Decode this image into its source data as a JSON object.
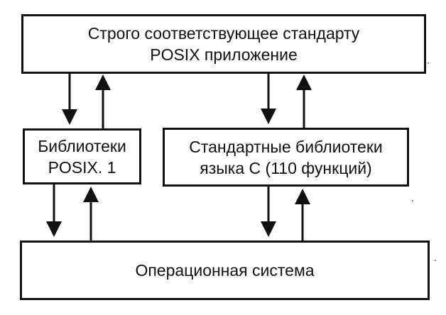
{
  "diagram": {
    "app_box": {
      "line1": "Строго соответствующее стандарту",
      "line2": "POSIX приложение"
    },
    "posix_box": {
      "line1": "Библиотеки",
      "line2": "POSIX. 1"
    },
    "stdc_box": {
      "line1": "Стандартные библиотеки",
      "line2": "языка С (110 функций)"
    },
    "os_box": {
      "line1": "Операционная система"
    },
    "colors": {
      "stroke": "#111111",
      "background": "#ffffff"
    }
  }
}
